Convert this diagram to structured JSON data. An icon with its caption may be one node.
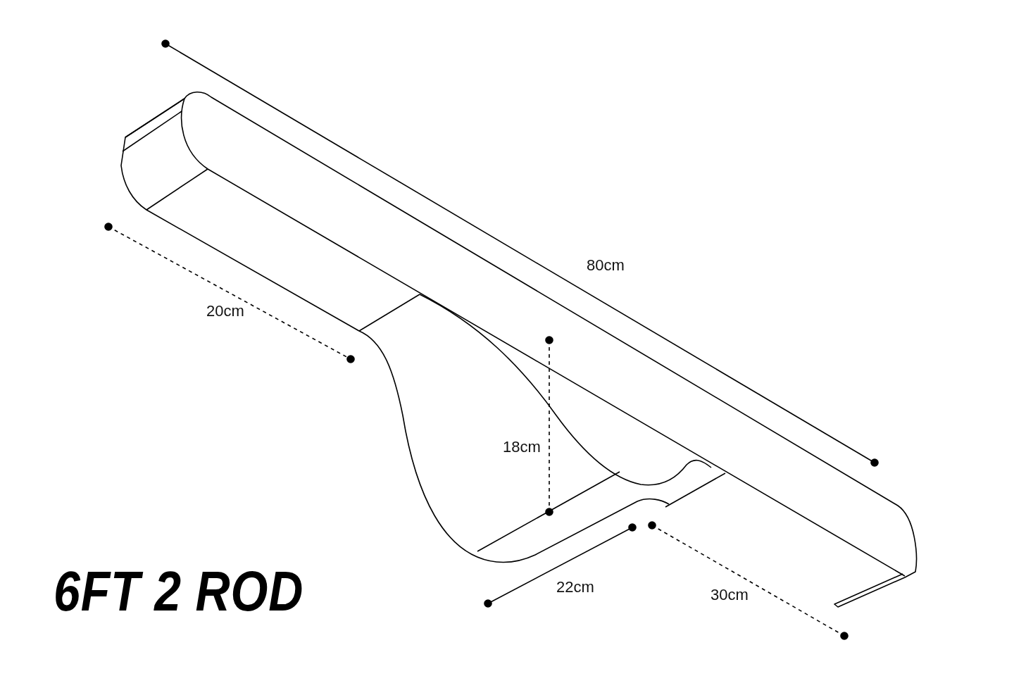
{
  "diagram": {
    "title": "6FT 2 ROD",
    "labels": [
      "80cm",
      "20cm",
      "18cm",
      "22cm",
      "30cm"
    ]
  }
}
